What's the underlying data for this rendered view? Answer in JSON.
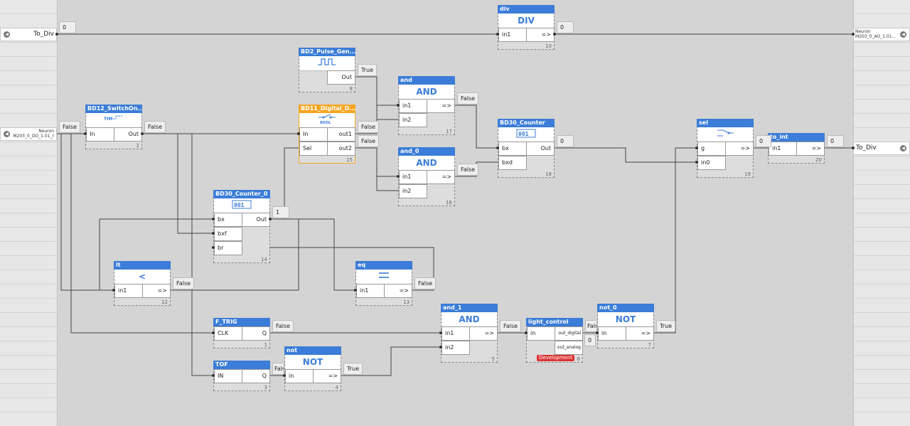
{
  "terminals": {
    "to_div_in": {
      "label": "To_Div"
    },
    "neuron_do": {
      "line1": "Neuron",
      "line2": "M203_0_DO_1.01_r"
    },
    "neuron_ao": {
      "line1": "Neuron",
      "line2": "M203_0_AO_1.01..."
    },
    "to_div_out": {
      "label": "To_Div"
    }
  },
  "blocks": {
    "div": {
      "title": "div",
      "symbol": "DIV",
      "in": [
        "in1"
      ],
      "out": [
        "=>"
      ],
      "num": "10"
    },
    "pulse": {
      "title": "BD2_Pulse_Gen...",
      "out": [
        "Out"
      ],
      "num": "8"
    },
    "and": {
      "title": "and",
      "symbol": "AND",
      "in": [
        "in1",
        "in2"
      ],
      "out": [
        "=>"
      ],
      "num": "17"
    },
    "switch": {
      "title": "BD12_SwitchOn...",
      "in": [
        "In"
      ],
      "out": [
        "Out"
      ],
      "num": "2"
    },
    "digital": {
      "title": "BD11_Digital_D...",
      "in": [
        "In",
        "Sel"
      ],
      "out": [
        "out1",
        "out2"
      ],
      "num": "15"
    },
    "and0": {
      "title": "and_0",
      "symbol": "AND",
      "in": [
        "in1",
        "in2"
      ],
      "out": [
        "=>"
      ],
      "num": "16"
    },
    "counter": {
      "title": "BD30_Counter",
      "in": [
        "bx",
        "bxd"
      ],
      "out": [
        "Out"
      ],
      "num": "18"
    },
    "sel": {
      "title": "sel",
      "in": [
        "g",
        "in0"
      ],
      "out": [
        "=>"
      ],
      "num": "19"
    },
    "toint": {
      "title": "to_int",
      "in": [
        "in1"
      ],
      "out": [
        "=>"
      ],
      "num": "20"
    },
    "counter0": {
      "title": "BD30_Counter_0",
      "in": [
        "bx",
        "bxf",
        "br"
      ],
      "out": [
        "Out"
      ],
      "num": "14"
    },
    "lt": {
      "title": "lt",
      "symbol": "<",
      "in": [
        "in1"
      ],
      "out": [
        "=>"
      ],
      "num": "12"
    },
    "eq": {
      "title": "eq",
      "in": [
        "in1"
      ],
      "out": [
        "=>"
      ],
      "num": "13"
    },
    "ftrig": {
      "title": "F_TRIG",
      "in": [
        "CLK"
      ],
      "out": [
        "Q"
      ],
      "num": "1"
    },
    "and1": {
      "title": "and_1",
      "symbol": "AND",
      "in": [
        "in1",
        "in2"
      ],
      "out": [
        "=>"
      ],
      "num": "5"
    },
    "light": {
      "title": "light_control",
      "in": [
        "in"
      ],
      "out": [
        "out_digital",
        "out_analog"
      ],
      "num": "6",
      "badge": "Development"
    },
    "not0": {
      "title": "not_0",
      "symbol": "NOT",
      "in": [
        "in"
      ],
      "out": [
        "=>"
      ],
      "num": "7"
    },
    "tof": {
      "title": "TOF",
      "in": [
        "IN"
      ],
      "out": [
        "Q"
      ],
      "num": "3"
    },
    "not": {
      "title": "not",
      "symbol": "NOT",
      "in": [
        "in"
      ],
      "out": [
        "=>"
      ],
      "num": "4"
    }
  },
  "values": {
    "v_todiv": "0",
    "v_div": "0",
    "v_pulse": "True",
    "v_and": "False",
    "v_neuron": "False",
    "v_switch": "False",
    "v_dig1": "False",
    "v_dig2": "False",
    "v_and0": "False",
    "v_counter": "0",
    "v_sel": "0",
    "v_toint": "0",
    "v_counter0": "1",
    "v_lt": "False",
    "v_eq": "False",
    "v_ftrig": "False",
    "v_and1": "False",
    "v_light": "0",
    "v_light_trunc": "Fals",
    "v_not0": "True",
    "v_tof": "Fals",
    "v_not": "True"
  }
}
